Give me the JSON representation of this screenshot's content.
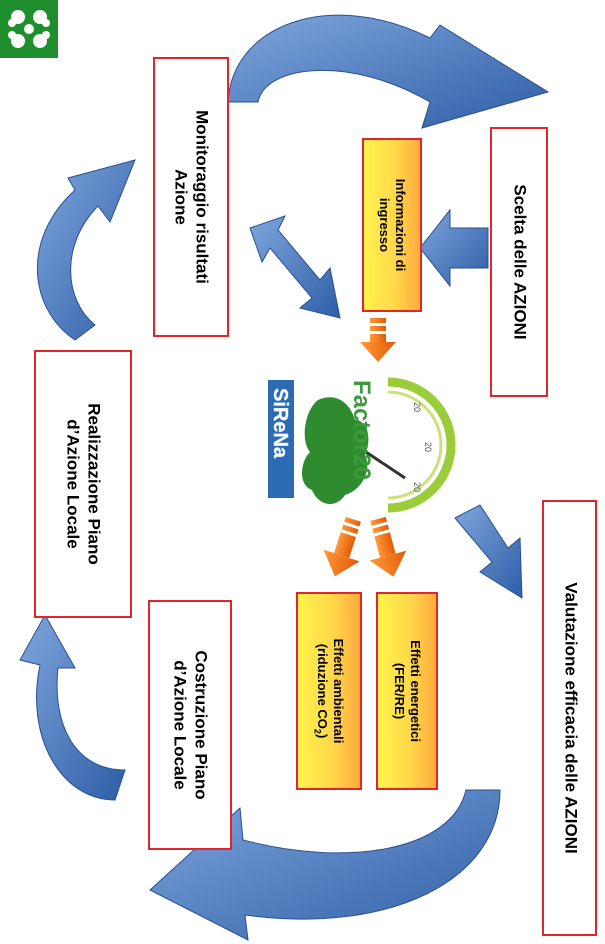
{
  "logo": {
    "icon": "lombardia-rose-icon",
    "color": "#1f8f2d"
  },
  "boxes": {
    "scelta": "Scelta delle AZIONI",
    "monitoraggio": [
      "Monitoraggio risultati",
      "Azione"
    ],
    "realizzazione": [
      "Realizzazione Piano",
      "d’Azione Locale"
    ],
    "costruzione": [
      "Costruzione Piano",
      "d’Azione Locale"
    ],
    "valutazione": "Valutazione efficacia delle AZIONI",
    "informazioni": [
      "Informazioni di",
      "ingresso"
    ],
    "effetti_energetici": [
      "Effetti energetici",
      "(FER/RE)"
    ],
    "effetti_ambientali": {
      "line1": "Effetti ambientali",
      "line2_pre": "(riduzione CO",
      "line2_sub": "2",
      "line2_post": ")"
    }
  },
  "center_logo": {
    "brand": "Factor20",
    "sub": "SiReNa",
    "gauge_labels": [
      "20",
      "20",
      "20"
    ]
  },
  "colors": {
    "border": "#e0262a",
    "arrow_blue": "#3f6fb5",
    "arrow_orange": "#f26a10",
    "logo_green": "#2e8b2e",
    "yellow": "#ffe14a"
  }
}
